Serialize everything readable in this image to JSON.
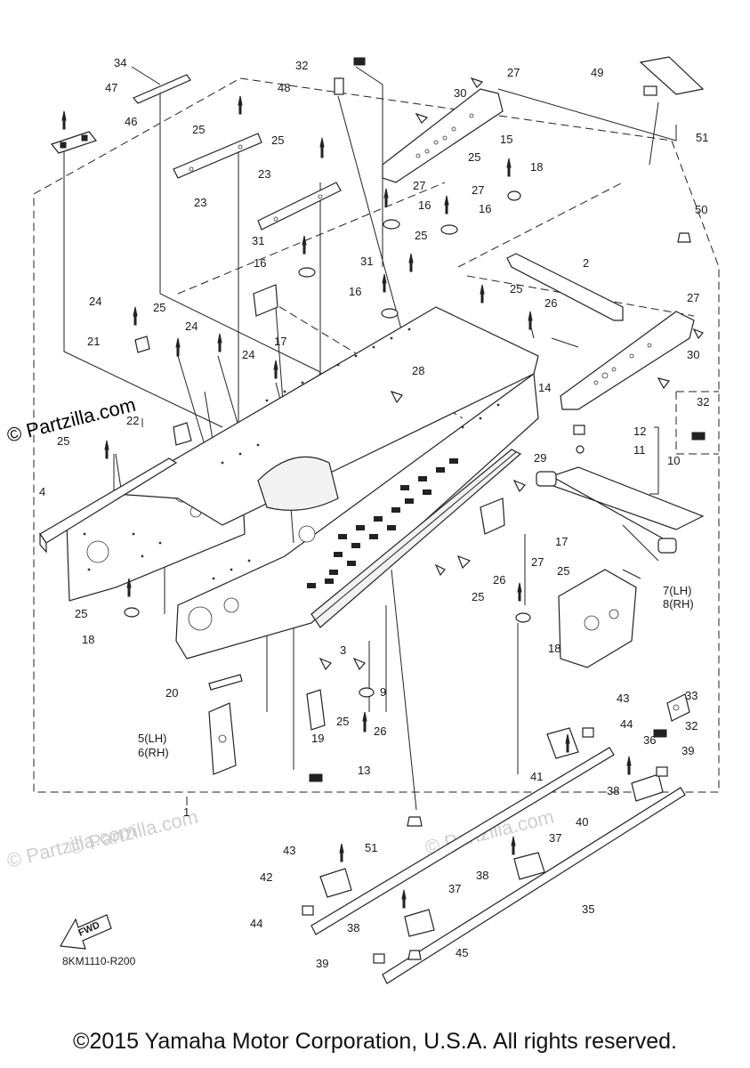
{
  "watermarks": {
    "main": "© Partzilla.com",
    "faint_left": "© Partzilla.com",
    "faint_mid": "© Partzilla.com",
    "faint_center": "© Partzilla.com"
  },
  "diagram_code": "8KM1110-R200",
  "fwd_label": "FWD",
  "copyright": "©2015 Yamaha Motor Corporation, U.S.A. All rights reserved.",
  "callouts": {
    "c1": "1",
    "c2": "2",
    "c3": "3",
    "c4": "4",
    "c5": "5(LH)",
    "c6": "6(RH)",
    "c7": "7(LH)",
    "c8": "8(RH)",
    "c9": "9",
    "c10": "10",
    "c11": "11",
    "c12": "12",
    "c13": "13",
    "c14": "14",
    "c15": "15",
    "c16a": "16",
    "c16b": "16",
    "c16c": "16",
    "c16d": "16",
    "c17a": "17",
    "c17b": "17",
    "c18a": "18",
    "c18b": "18",
    "c18c": "18",
    "c19": "19",
    "c20": "20",
    "c21": "21",
    "c22": "22",
    "c23a": "23",
    "c23b": "23",
    "c24a": "24",
    "c24b": "24",
    "c24c": "24",
    "c25a": "25",
    "c25b": "25",
    "c25c": "25",
    "c25d": "25",
    "c25e": "25",
    "c25f": "25",
    "c25g": "25",
    "c25h": "25",
    "c25i": "25",
    "c25j": "25",
    "c25k": "25",
    "c26a": "26",
    "c26b": "26",
    "c26c": "26",
    "c27a": "27",
    "c27b": "27",
    "c27c": "27",
    "c27d": "27",
    "c27e": "27",
    "c28": "28",
    "c29": "29",
    "c30a": "30",
    "c30b": "30",
    "c31a": "31",
    "c31b": "31",
    "c32a": "32",
    "c32b": "32",
    "c32c": "32",
    "c33": "33",
    "c34": "34",
    "c35": "35",
    "c36": "36",
    "c37a": "37",
    "c37b": "37",
    "c38a": "38",
    "c38b": "38",
    "c38c": "38",
    "c39a": "39",
    "c39b": "39",
    "c40": "40",
    "c41": "41",
    "c42": "42",
    "c43a": "43",
    "c43b": "43",
    "c44a": "44",
    "c44b": "44",
    "c45": "45",
    "c46": "46",
    "c47": "47",
    "c48": "48",
    "c49": "49",
    "c50": "50",
    "c51a": "51",
    "c51b": "51"
  }
}
